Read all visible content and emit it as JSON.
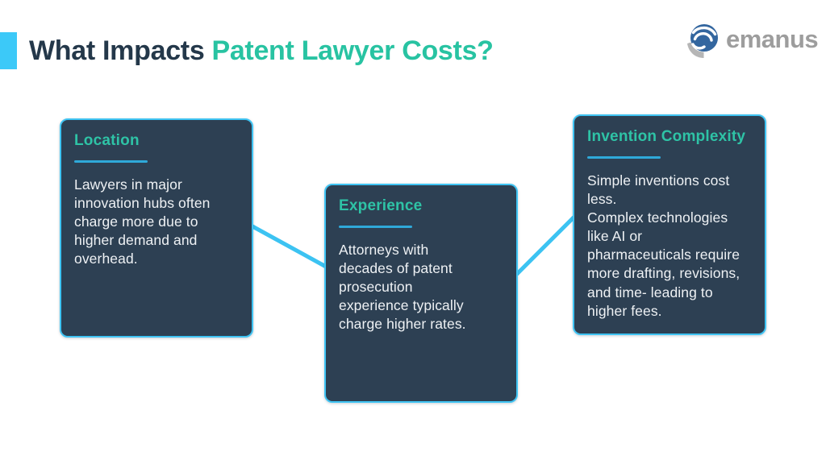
{
  "page": {
    "title": {
      "prefix": "What Impacts",
      "highlight": "Patent Lawyer Costs?"
    },
    "logo": {
      "text": "emanus"
    },
    "cards": [
      {
        "title": "Location",
        "body": "Lawyers in major\ninnovation hubs often\ncharge more due to\nhigher demand and\noverhead."
      },
      {
        "title": "Experience",
        "body": "Attorneys with\ndecades of patent\nprosecution\nexperience typically\ncharge higher rates."
      },
      {
        "title": "Invention Complexity",
        "body": "Simple inventions cost\nless.\nComplex technologies\nlike AI or\npharmaceuticals require\nmore drafting, revisions,\nand time- leading to\nhigher fees."
      }
    ],
    "colors": {
      "accent_bar": "#3cc9f8",
      "title_dark": "#24384a",
      "title_teal": "#28c3a2",
      "card_bg": "#2d4053",
      "card_border": "#3fc4f3",
      "card_title_teal": "#2ec3a6",
      "card_underline_cyan": "#2fa9d9",
      "card_body_text": "#eef1f4",
      "connector": "#3cc3f2",
      "logo_text_gray": "#9d9d9d",
      "logo_icon_blue": "#33669f",
      "logo_icon_gray": "#b6b6b6"
    }
  }
}
